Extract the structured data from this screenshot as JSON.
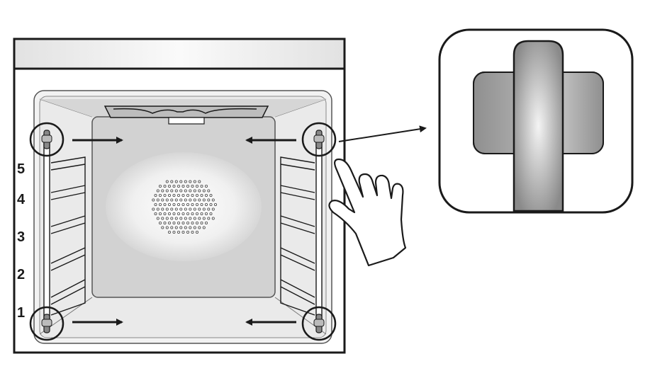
{
  "shelf_levels": [
    {
      "label": "5"
    },
    {
      "label": "4"
    },
    {
      "label": "3"
    },
    {
      "label": "2"
    },
    {
      "label": "1"
    }
  ],
  "icons": {
    "oven": "oven-cavity-icon",
    "heating_element": "heating-element-icon",
    "fan_cover": "fan-cover-icon",
    "hand": "pointing-hand-icon",
    "clip_detail": "rack-clip-detail-icon",
    "inward_arrow": "arrow-icon"
  },
  "colors": {
    "outline": "#1a1a1a",
    "cavity_fill": "#e6e6e6",
    "back_panel": "#d4d4d4",
    "clip_gray": "#9a9a9a"
  }
}
